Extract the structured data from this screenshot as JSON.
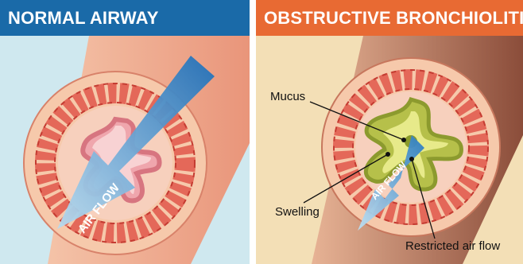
{
  "panels": {
    "normal": {
      "title": "NORMAL AIRWAY",
      "arrow_label": "AIR FLOW"
    },
    "obstructive": {
      "title": "OBSTRUCTIVE BRONCHIOLITIS",
      "arrow_label": "AIR FLOW",
      "labels": {
        "mucus": "Mucus",
        "swelling": "Swelling",
        "restricted": "Restricted air flow"
      }
    }
  },
  "colors": {
    "normal_header": "#1a6aa8",
    "obstructive_header": "#e86a33",
    "normal_background": "#cfe8ef",
    "obstructive_background": "#f3dfb6",
    "airway_wall": "#f2b49a",
    "muscle_cells": "#d9483b",
    "mucus": "#c8d24a",
    "arrow": "#3b8fd0"
  }
}
